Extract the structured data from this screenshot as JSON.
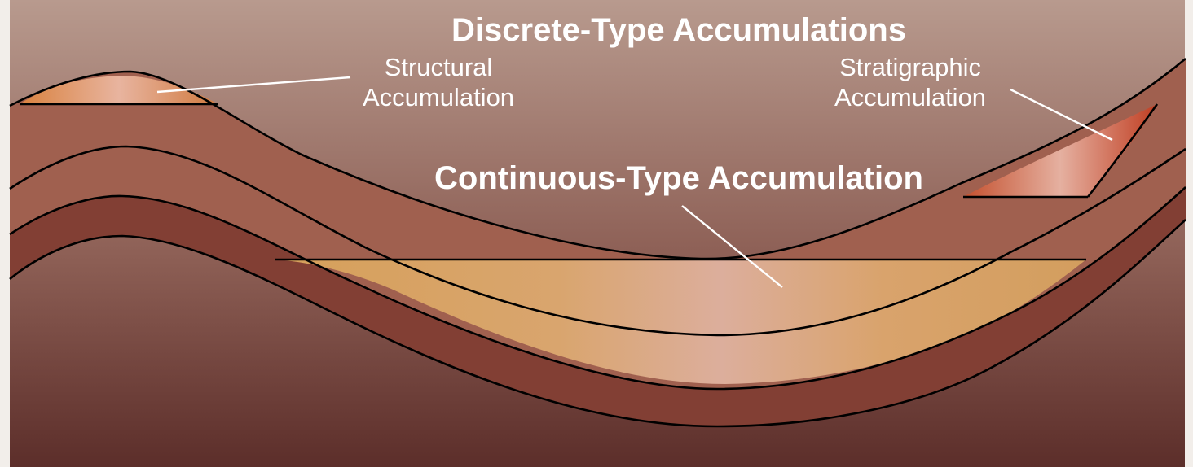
{
  "diagram": {
    "title": "Discrete-Type Accumulations",
    "continuous_label": "Continuous-Type Accumulation",
    "structural_label": [
      "Structural",
      "Accumulation"
    ],
    "stratigraphic_label": [
      "Stratigraphic",
      "Accumulation"
    ]
  },
  "colors": {
    "background_top": "#b89a8e",
    "background_bottom": "#5c2e2a",
    "rock_layer": "#a0604f",
    "deep_layer": "#823f34",
    "continuous_reservoir": "#d9a268",
    "discrete_reservoir": "#e08a55",
    "frame": "#f2eeea"
  }
}
